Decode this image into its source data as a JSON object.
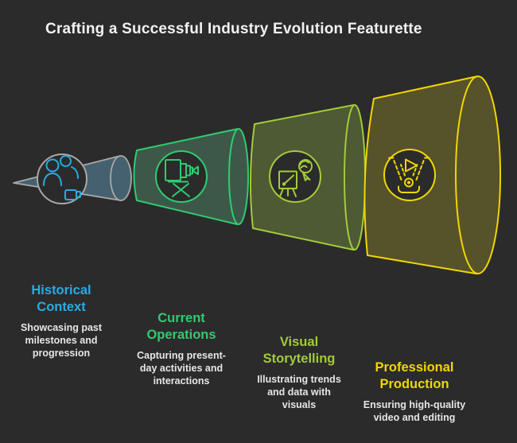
{
  "title": "Crafting a Successful Industry Evolution Featurette",
  "theme": {
    "background": "#2b2b2b",
    "title_color": "#f2f2f2",
    "body_text_color": "#e6e6e6"
  },
  "stages": [
    {
      "label": "Historical Context",
      "description": "Showcasing past milestones and progression",
      "accent": "#29abe2",
      "outline": "#a8a8a8",
      "fill": "#45616f",
      "icon": "people-video-icon"
    },
    {
      "label": "Current Operations",
      "description": "Capturing present-day activities and interactions",
      "accent": "#2ecc71",
      "outline": "#2ecc71",
      "fill": "#3d5848",
      "icon": "video-camera-tripod-icon"
    },
    {
      "label": "Visual Storytelling",
      "description": "Illustrating trends and data with visuals",
      "accent": "#a3cb3a",
      "outline": "#a3cb3a",
      "fill": "#4d5a33",
      "icon": "easel-presenter-icon"
    },
    {
      "label": "Professional Production",
      "description": "Ensuring high-quality video and editing",
      "accent": "#f0d602",
      "outline": "#f0d602",
      "fill": "#56522a",
      "icon": "projector-play-icon"
    }
  ]
}
